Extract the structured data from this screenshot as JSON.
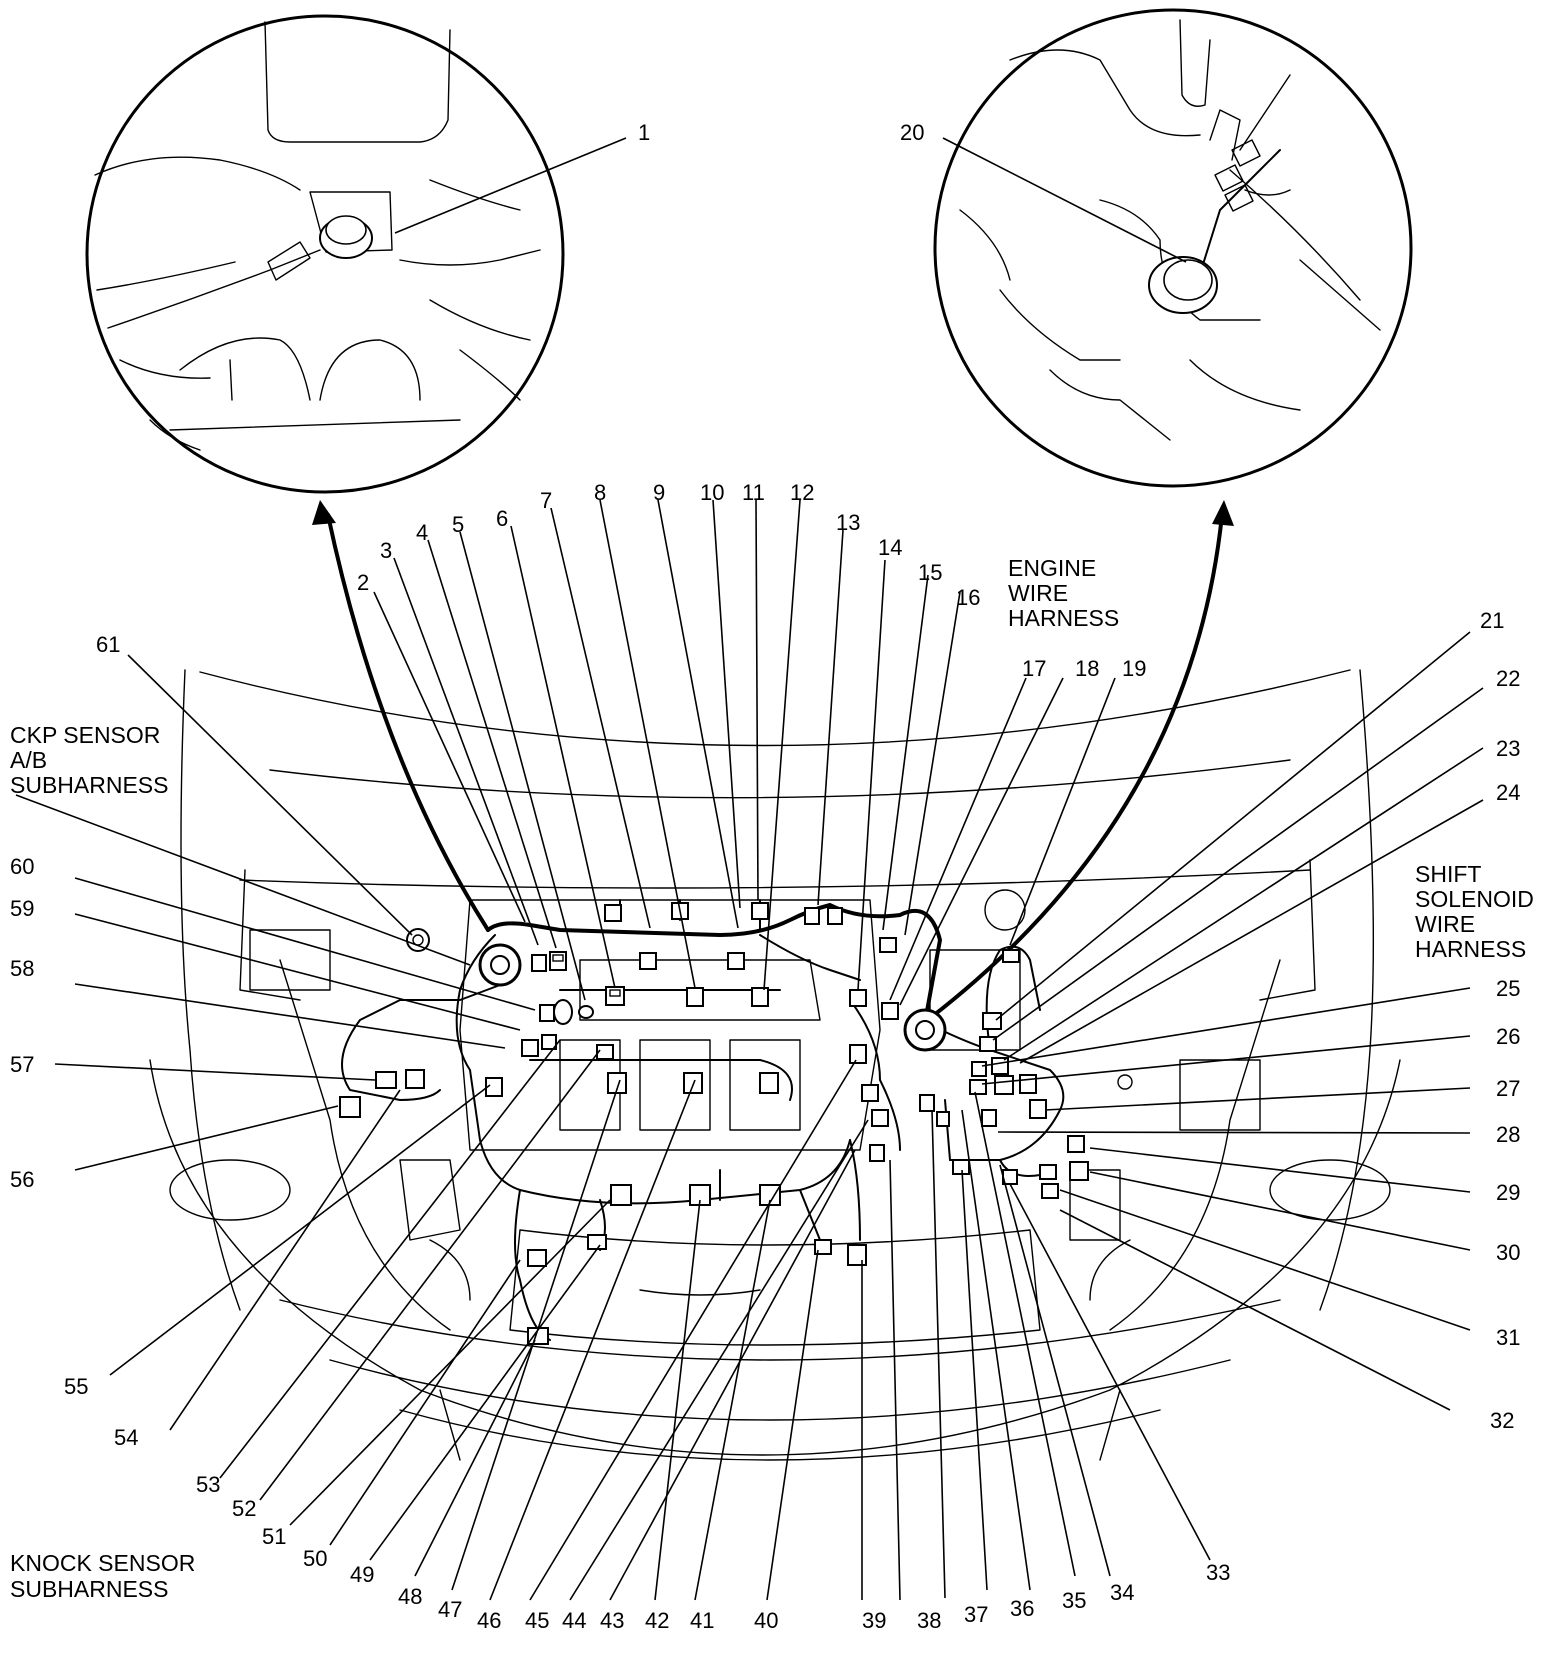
{
  "callouts": {
    "n1": "1",
    "n2": "2",
    "n3": "3",
    "n4": "4",
    "n5": "5",
    "n6": "6",
    "n7": "7",
    "n8": "8",
    "n9": "9",
    "n10": "10",
    "n11": "11",
    "n12": "12",
    "n13": "13",
    "n14": "14",
    "n15": "15",
    "n16": "16",
    "n17": "17",
    "n18": "18",
    "n19": "19",
    "n20": "20",
    "n21": "21",
    "n22": "22",
    "n23": "23",
    "n24": "24",
    "n25": "25",
    "n26": "26",
    "n27": "27",
    "n28": "28",
    "n29": "29",
    "n30": "30",
    "n31": "31",
    "n32": "32",
    "n33": "33",
    "n34": "34",
    "n35": "35",
    "n36": "36",
    "n37": "37",
    "n38": "38",
    "n39": "39",
    "n40": "40",
    "n41": "41",
    "n42": "42",
    "n43": "43",
    "n44": "44",
    "n45": "45",
    "n46": "46",
    "n47": "47",
    "n48": "48",
    "n49": "49",
    "n50": "50",
    "n51": "51",
    "n52": "52",
    "n53": "53",
    "n54": "54",
    "n55": "55",
    "n56": "56",
    "n57": "57",
    "n58": "58",
    "n59": "59",
    "n60": "60",
    "n61": "61"
  },
  "labels": {
    "ckp": [
      "CKP SENSOR",
      "A/B",
      "SUBHARNESS"
    ],
    "engine": [
      "ENGINE",
      "WIRE",
      "HARNESS"
    ],
    "shift": [
      "SHIFT",
      "SOLENOID",
      "WIRE",
      "HARNESS"
    ],
    "knock": [
      "KNOCK SENSOR",
      "SUBHARNESS"
    ]
  }
}
